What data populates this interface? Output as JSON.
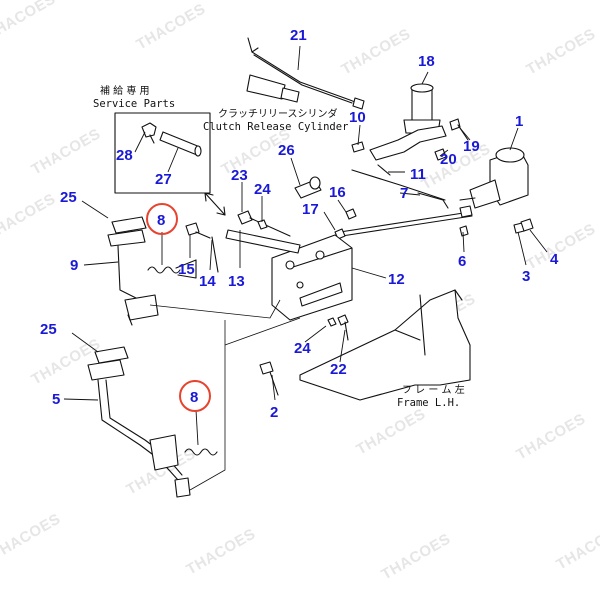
{
  "watermark": "THACOES",
  "service_parts": {
    "jp": "補 給 専 用",
    "en": "Service Parts"
  },
  "clutch_release_cylinder": {
    "jp": "クラッチリリースシリンダ",
    "en": "Clutch Release Cylinder"
  },
  "frame": {
    "jp": "フ レ ー ム 左",
    "en": "Frame L.H."
  },
  "callouts": {
    "c1": "1",
    "c2": "2",
    "c3": "3",
    "c4": "4",
    "c5": "5",
    "c6": "6",
    "c7": "7",
    "c8a": "8",
    "c8b": "8",
    "c9": "9",
    "c10": "10",
    "c11": "11",
    "c12": "12",
    "c13": "13",
    "c14": "14",
    "c15": "15",
    "c16": "16",
    "c17": "17",
    "c18": "18",
    "c19": "19",
    "c20": "20",
    "c21": "21",
    "c22": "22",
    "c23": "23",
    "c24a": "24",
    "c24b": "24",
    "c25a": "25",
    "c25b": "25",
    "c26": "26",
    "c27": "27",
    "c28": "28"
  },
  "colors": {
    "callout": "#1a1ad6",
    "highlight_ring": "#e8432e",
    "line": "#111111",
    "watermark": "#e6e6e6"
  }
}
